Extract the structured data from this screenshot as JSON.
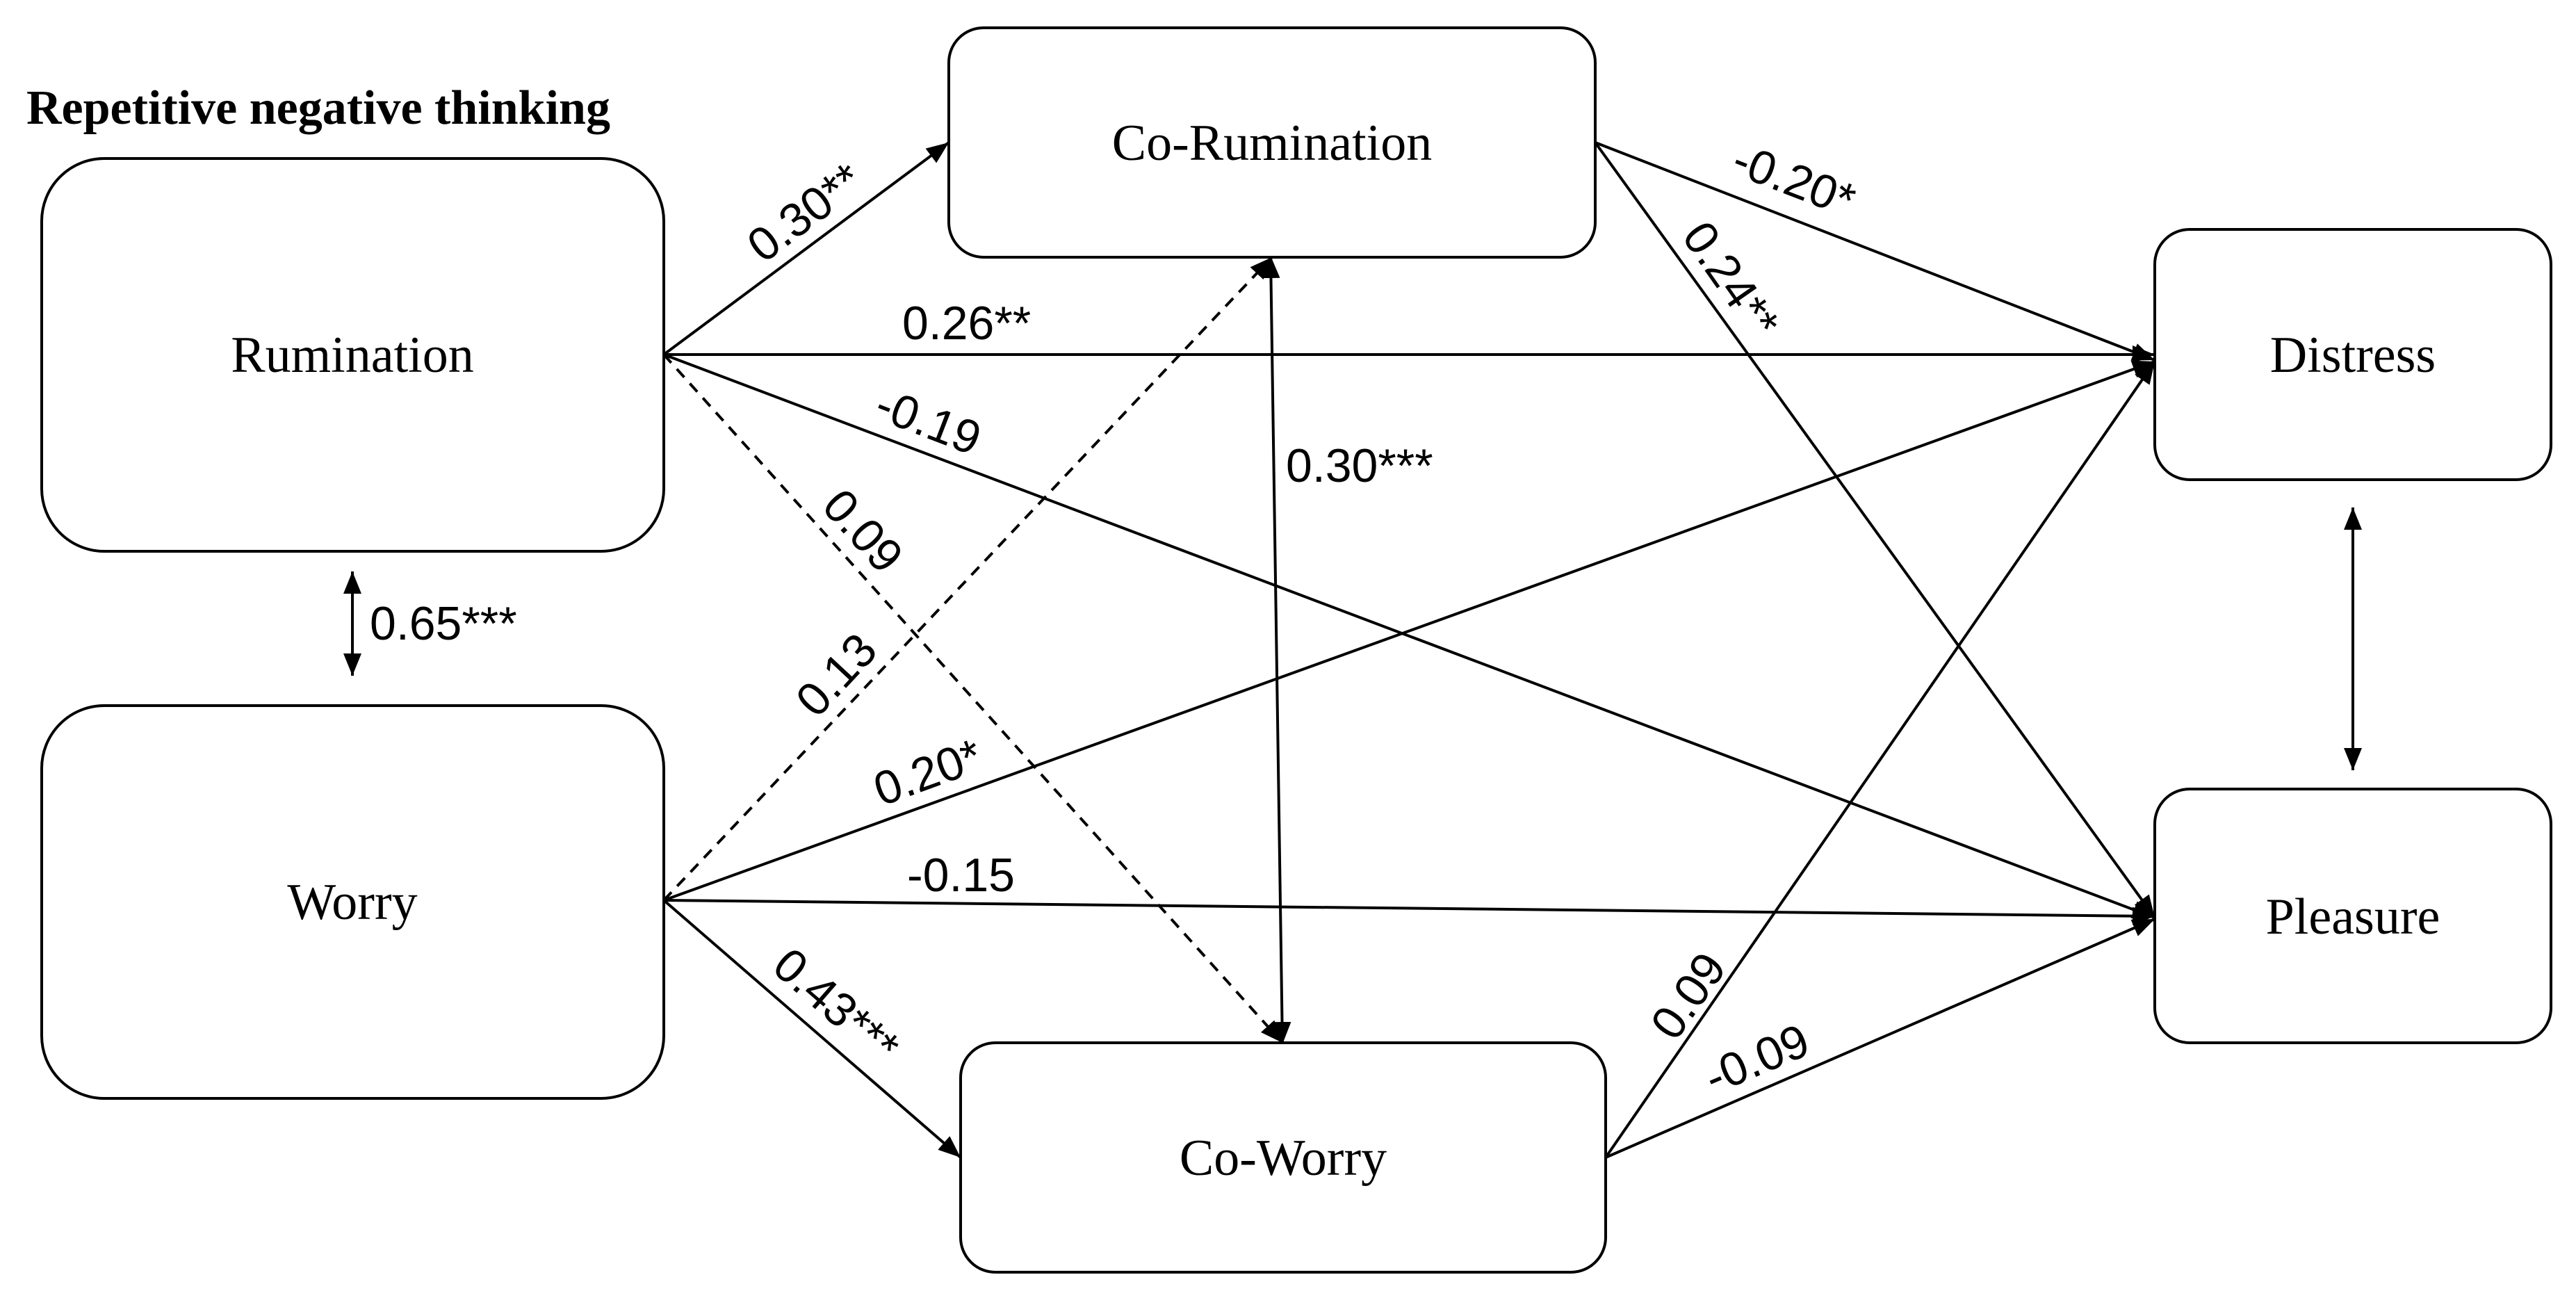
{
  "title": "Repetitive negative thinking",
  "nodes": {
    "rumination": "Rumination",
    "worry": "Worry",
    "co_rumination": "Co-Rumination",
    "co_worry": "Co-Worry",
    "distress": "Distress",
    "pleasure": "Pleasure"
  },
  "edges": [
    {
      "from": "Rumination",
      "to": "Co-Rumination",
      "label": "0.30**",
      "style": "solid"
    },
    {
      "from": "Rumination",
      "to": "Distress",
      "label": "0.26**",
      "style": "solid"
    },
    {
      "from": "Rumination",
      "to": "Pleasure",
      "label": "-0.19",
      "style": "solid"
    },
    {
      "from": "Rumination",
      "to": "Co-Worry",
      "label": "0.09",
      "style": "dashed"
    },
    {
      "from": "Worry",
      "to": "Co-Rumination",
      "label": "0.13",
      "style": "dashed"
    },
    {
      "from": "Worry",
      "to": "Distress",
      "label": "0.20*",
      "style": "solid"
    },
    {
      "from": "Worry",
      "to": "Pleasure",
      "label": "-0.15",
      "style": "solid"
    },
    {
      "from": "Worry",
      "to": "Co-Worry",
      "label": "0.43***",
      "style": "solid"
    },
    {
      "from": "Co-Rumination",
      "to": "Distress",
      "label": "-0.20*",
      "style": "solid"
    },
    {
      "from": "Co-Rumination",
      "to": "Pleasure",
      "label": "0.24**",
      "style": "solid"
    },
    {
      "from": "Co-Worry",
      "to": "Distress",
      "label": "0.09",
      "style": "solid"
    },
    {
      "from": "Co-Worry",
      "to": "Pleasure",
      "label": "-0.09",
      "style": "solid"
    }
  ],
  "correlations": [
    {
      "between": [
        "Rumination",
        "Worry"
      ],
      "label": "0.65***"
    },
    {
      "between": [
        "Co-Rumination",
        "Co-Worry"
      ],
      "label": "0.30***"
    },
    {
      "between": [
        "Distress",
        "Pleasure"
      ],
      "label": ""
    }
  ]
}
